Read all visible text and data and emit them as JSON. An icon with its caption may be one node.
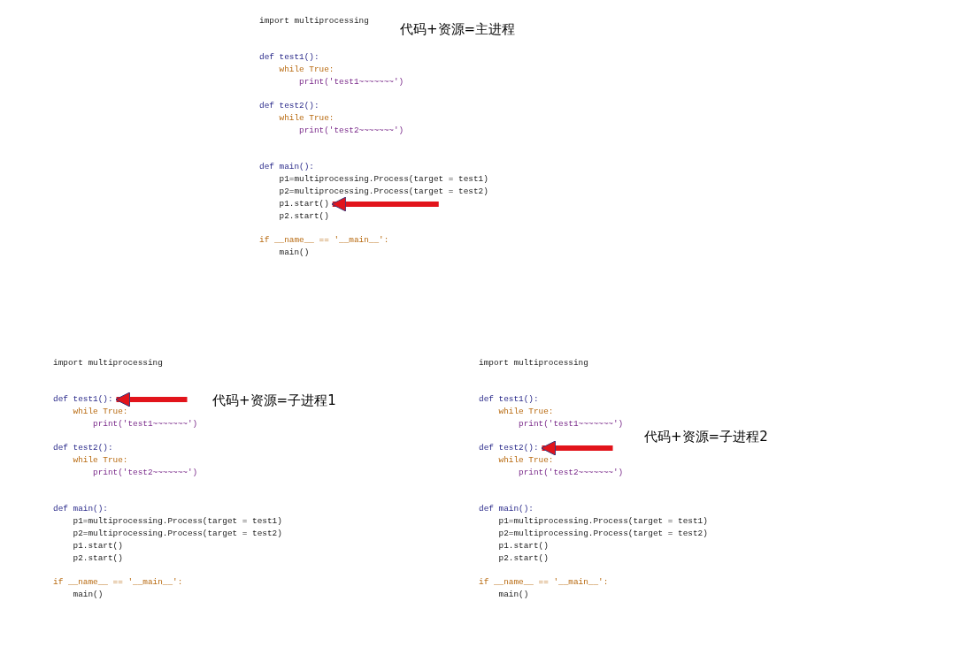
{
  "diagram": {
    "nodes": [
      {
        "text": [
          "p1.start()"
        ]
      },
      {
        "text": [
          "def test1():"
        ]
      },
      {
        "text": [
          "def test2():"
        ]
      }
    ],
    "edges": [
      {
        "from": null,
        "to": 0,
        "arrow": "to"
      },
      {
        "from": null,
        "to": 1,
        "arrow": "to"
      },
      {
        "from": null,
        "to": 2,
        "arrow": "to"
      }
    ],
    "labels": [
      "import multiprocessing",
      "代码+资源=主进程",
      "def test1():",
      "while True:",
      "print('test1~~~~~~~')",
      "def test2():",
      "while True:",
      "print('test2~~~~~~~')",
      "def main():",
      "p1=multiprocessing.Process(target = test1)",
      "p2=multiprocessing.Process(target = test2)",
      "p2.start()",
      "if __name__ == '__main__':",
      "main()",
      "import multiprocessing",
      "代码+资源=子进程1",
      "while True:",
      "print('test1~~~~~~~')",
      "def test2():",
      "while True:",
      "print('test2~~~~~~~')",
      "def main():",
      "p1=multiprocessing.Process(target = test1)",
      "p2=multiprocessing.Process(target = test2)",
      "p1.start()",
      "p2.start()",
      "if __name__ == '__main__':",
      "main()",
      "import multiprocessing",
      "def test1():",
      "while True:",
      "print('test1~~~~~~~')",
      "代码+资源=子进程2",
      "while True:",
      "print('test2~~~~~~~')",
      "def main():",
      "p1=multiprocessing.Process(target = test1)",
      "p2=multiprocessing.Process(target = test2)",
      "p1.start()",
      "p2.start()",
      "if __name__ == '__main__':",
      "main()"
    ]
  }
}
